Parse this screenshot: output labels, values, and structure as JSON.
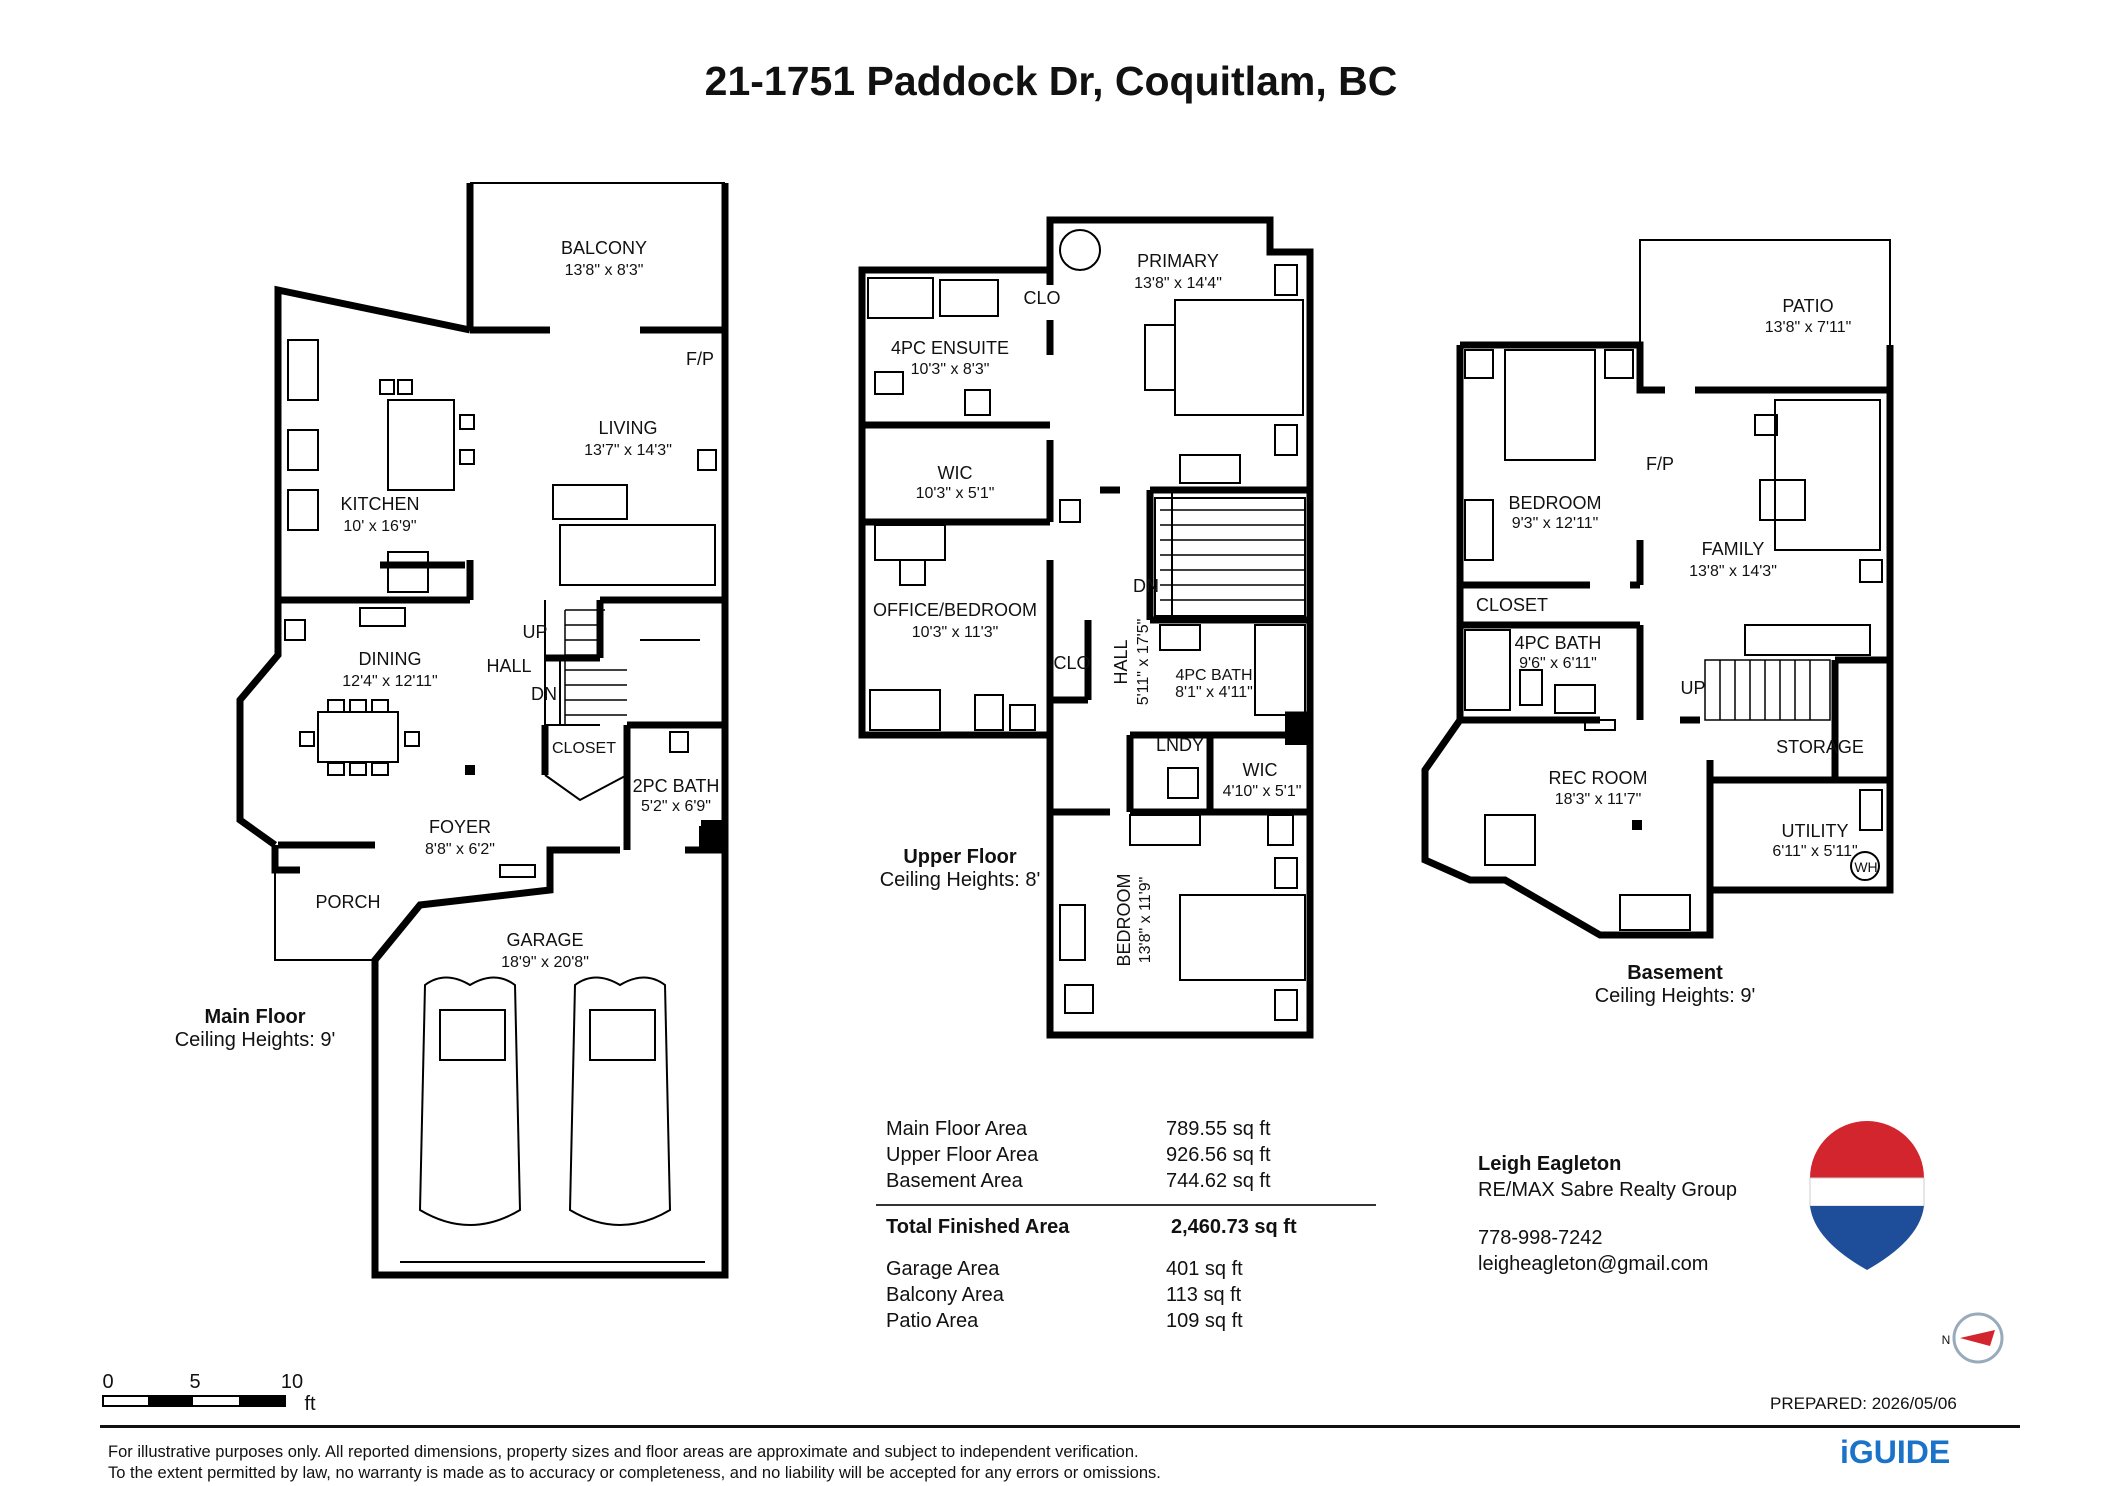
{
  "title": "21-1751 Paddock Dr, Coquitlam, BC",
  "floors": {
    "main": {
      "name": "Main Floor",
      "ceiling": "Ceiling Heights: 9'"
    },
    "upper": {
      "name": "Upper Floor",
      "ceiling": "Ceiling Heights: 8'"
    },
    "basement": {
      "name": "Basement",
      "ceiling": "Ceiling Heights: 9'"
    }
  },
  "rooms": {
    "balcony": {
      "name": "BALCONY",
      "dim": "13'8\" x 8'3\""
    },
    "fp_main": {
      "name": "F/P"
    },
    "living": {
      "name": "LIVING",
      "dim": "13'7\" x 14'3\""
    },
    "kitchen": {
      "name": "KITCHEN",
      "dim": "10' x 16'9\""
    },
    "dining": {
      "name": "DINING",
      "dim": "12'4\" x 12'11\""
    },
    "up": {
      "name": "UP"
    },
    "hall_main": {
      "name": "HALL"
    },
    "dn_main": {
      "name": "DN"
    },
    "closet_main": {
      "name": "CLOSET"
    },
    "bath2pc": {
      "name": "2PC BATH",
      "dim": "5'2\" x 6'9\""
    },
    "foyer": {
      "name": "FOYER",
      "dim": "8'8\" x 6'2\""
    },
    "porch": {
      "name": "PORCH"
    },
    "garage": {
      "name": "GARAGE",
      "dim": "18'9\" x 20'8\""
    },
    "primary": {
      "name": "PRIMARY",
      "dim": "13'8\" x 14'4\""
    },
    "clo_up1": {
      "name": "CLO"
    },
    "ensuite": {
      "name": "4PC ENSUITE",
      "dim": "10'3\" x 8'3\""
    },
    "wic_up1": {
      "name": "WIC",
      "dim": "10'3\" x 5'1\""
    },
    "office": {
      "name": "OFFICE/BEDROOM",
      "dim": "10'3\" x 11'3\""
    },
    "clo_up2": {
      "name": "CLO"
    },
    "dn_up": {
      "name": "DN"
    },
    "hall_up": {
      "name": "HALL",
      "dim": "5'11\" x 17'5\""
    },
    "bath4pc_up": {
      "name": "4PC BATH",
      "dim": "8'1\" x 4'11\""
    },
    "lndy": {
      "name": "LNDY"
    },
    "wic_up2": {
      "name": "WIC",
      "dim": "4'10\" x 5'1\""
    },
    "bedroom_up": {
      "name": "BEDROOM",
      "dim": "13'8\" x 11'9\""
    },
    "patio": {
      "name": "PATIO",
      "dim": "13'8\" x 7'11\""
    },
    "bedroom_bs": {
      "name": "BEDROOM",
      "dim": "9'3\" x 12'11\""
    },
    "fp_bs": {
      "name": "F/P"
    },
    "family": {
      "name": "FAMILY",
      "dim": "13'8\" x 14'3\""
    },
    "closet_bs": {
      "name": "CLOSET"
    },
    "bath4pc_bs": {
      "name": "4PC BATH",
      "dim": "9'6\" x 6'11\""
    },
    "up_bs": {
      "name": "UP"
    },
    "storage": {
      "name": "STORAGE"
    },
    "rec": {
      "name": "REC ROOM",
      "dim": "18'3\" x 11'7\""
    },
    "utility": {
      "name": "UTILITY",
      "dim": "6'11\" x 5'11\""
    },
    "wh": {
      "name": "WH"
    }
  },
  "areas": {
    "main_label": "Main Floor Area",
    "main_value": "789.55 sq ft",
    "upper_label": "Upper Floor Area",
    "upper_value": "926.56 sq ft",
    "basement_label": "Basement Area",
    "basement_value": "744.62 sq ft",
    "total_label": "Total Finished Area",
    "total_value": "2,460.73 sq ft",
    "garage_label": "Garage Area",
    "garage_value": "401 sq ft",
    "balcony_label": "Balcony Area",
    "balcony_value": "113 sq ft",
    "patio_label": "Patio Area",
    "patio_value": "109 sq ft"
  },
  "agent": {
    "name": "Leigh Eagleton",
    "company": "RE/MAX Sabre Realty Group",
    "phone": "778-998-7242",
    "email": "leigheagleton@gmail.com"
  },
  "scale": {
    "t0": "0",
    "t1": "5",
    "t2": "10",
    "unit": "ft"
  },
  "compass_label": "N",
  "prepared": "PREPARED: 2026/05/06",
  "disclaimer_1": "For illustrative purposes only. All reported dimensions, property sizes and floor areas are approximate and subject to independent verification.",
  "disclaimer_2": "To the extent permitted by law, no warranty is made as to accuracy or completeness, and no liability will be accepted for any errors or omissions.",
  "brand": "iGUIDE",
  "colors": {
    "remax_red": "#d3252e",
    "remax_blue": "#1e4e9a",
    "brand_blue": "#1a73c8"
  }
}
